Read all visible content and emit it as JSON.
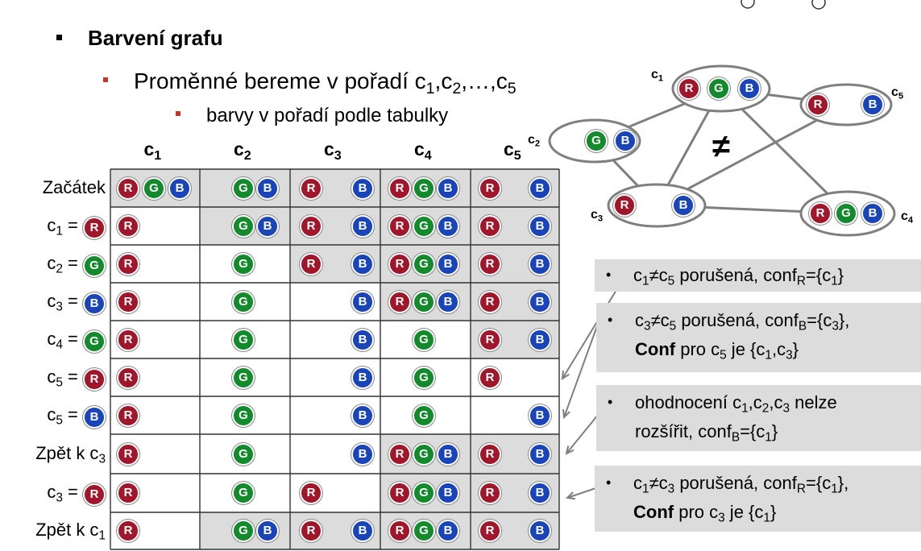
{
  "bullets": {
    "title": "Barvení grafu",
    "order_text": "Proměnné bereme v pořadí c",
    "order_seq": [
      "1",
      ",c",
      "2",
      ",…,c",
      "5"
    ],
    "sub_text": "barvy v pořadí podle tabulky"
  },
  "colors": {
    "R": "#a0162a",
    "G": "#138a2c",
    "B": "#1a45b8",
    "shade": "#dcdcdc"
  },
  "table": {
    "columns": [
      {
        "v": "c",
        "s": "1"
      },
      {
        "v": "c",
        "s": "2"
      },
      {
        "v": "c",
        "s": "3"
      },
      {
        "v": "c",
        "s": "4"
      },
      {
        "v": "c",
        "s": "5"
      }
    ],
    "rows": [
      {
        "label": "Začátek",
        "cells": [
          {
            "b": [
              "R",
              "G",
              "B"
            ],
            "shaded": true
          },
          {
            "b": [
              "G",
              "B"
            ],
            "shaded": true
          },
          {
            "b": [
              "R",
              "B"
            ],
            "shaded": true
          },
          {
            "b": [
              "R",
              "G",
              "B"
            ],
            "shaded": true
          },
          {
            "b": [
              "R",
              "B"
            ],
            "shaded": true
          }
        ]
      },
      {
        "label": "c",
        "sub": "1",
        "assign": "R",
        "cells": [
          {
            "b": [
              "R"
            ],
            "shaded": false
          },
          {
            "b": [
              "G",
              "B"
            ],
            "shaded": true
          },
          {
            "b": [
              "R",
              "B"
            ],
            "shaded": true
          },
          {
            "b": [
              "R",
              "G",
              "B"
            ],
            "shaded": true
          },
          {
            "b": [
              "R",
              "B"
            ],
            "shaded": true
          }
        ]
      },
      {
        "label": "c",
        "sub": "2",
        "assign": "G",
        "cells": [
          {
            "b": [
              "R"
            ],
            "shaded": false
          },
          {
            "b": [
              "G"
            ],
            "shaded": false
          },
          {
            "b": [
              "R",
              "B"
            ],
            "shaded": true
          },
          {
            "b": [
              "R",
              "G",
              "B"
            ],
            "shaded": true
          },
          {
            "b": [
              "R",
              "B"
            ],
            "shaded": true
          }
        ]
      },
      {
        "label": "c",
        "sub": "3",
        "assign": "B",
        "cells": [
          {
            "b": [
              "R"
            ],
            "shaded": false
          },
          {
            "b": [
              "G"
            ],
            "shaded": false
          },
          {
            "b": [
              "B"
            ],
            "shaded": false
          },
          {
            "b": [
              "R",
              "G",
              "B"
            ],
            "shaded": true
          },
          {
            "b": [
              "R",
              "B"
            ],
            "shaded": true
          }
        ]
      },
      {
        "label": "c",
        "sub": "4",
        "assign": "G",
        "cells": [
          {
            "b": [
              "R"
            ],
            "shaded": false
          },
          {
            "b": [
              "G"
            ],
            "shaded": false
          },
          {
            "b": [
              "B"
            ],
            "shaded": false
          },
          {
            "b": [
              "G"
            ],
            "shaded": false
          },
          {
            "b": [
              "R",
              "B"
            ],
            "shaded": true
          }
        ]
      },
      {
        "label": "c",
        "sub": "5",
        "assign": "R",
        "cells": [
          {
            "b": [
              "R"
            ],
            "shaded": false
          },
          {
            "b": [
              "G"
            ],
            "shaded": false
          },
          {
            "b": [
              "B"
            ],
            "shaded": false
          },
          {
            "b": [
              "G"
            ],
            "shaded": false
          },
          {
            "b": [
              "R"
            ],
            "shaded": false
          }
        ]
      },
      {
        "label": "c",
        "sub": "5",
        "assign": "B",
        "cells": [
          {
            "b": [
              "R"
            ],
            "shaded": false
          },
          {
            "b": [
              "G"
            ],
            "shaded": false
          },
          {
            "b": [
              "B"
            ],
            "shaded": false
          },
          {
            "b": [
              "G"
            ],
            "shaded": false
          },
          {
            "b": [
              "B"
            ],
            "shaded": false
          }
        ]
      },
      {
        "label": "Zpět k c",
        "sub": "3",
        "cells": [
          {
            "b": [
              "R"
            ],
            "shaded": false
          },
          {
            "b": [
              "G"
            ],
            "shaded": false
          },
          {
            "b": [
              "B"
            ],
            "shaded": false
          },
          {
            "b": [
              "R",
              "G",
              "B"
            ],
            "shaded": true
          },
          {
            "b": [
              "R",
              "B"
            ],
            "shaded": true
          }
        ]
      },
      {
        "label": "c",
        "sub": "3",
        "assign": "R",
        "cells": [
          {
            "b": [
              "R"
            ],
            "shaded": false
          },
          {
            "b": [
              "G"
            ],
            "shaded": false
          },
          {
            "b": [
              "R"
            ],
            "shaded": false
          },
          {
            "b": [
              "R",
              "G",
              "B"
            ],
            "shaded": true
          },
          {
            "b": [
              "R",
              "B"
            ],
            "shaded": true
          }
        ]
      },
      {
        "label": "Zpět k c",
        "sub": "1",
        "cells": [
          {
            "b": [
              "R"
            ],
            "shaded": false
          },
          {
            "b": [
              "G",
              "B"
            ],
            "shaded": true
          },
          {
            "b": [
              "R",
              "B"
            ],
            "shaded": true
          },
          {
            "b": [
              "R",
              "G",
              "B"
            ],
            "shaded": true
          },
          {
            "b": [
              "R",
              "B"
            ],
            "shaded": true
          }
        ]
      }
    ]
  },
  "graph": {
    "nodes": [
      {
        "id": "c1",
        "label": "c",
        "sub": "1",
        "domain": [
          "R",
          "G",
          "B"
        ]
      },
      {
        "id": "c5",
        "label": "c",
        "sub": "5",
        "domain": [
          "R",
          "B"
        ]
      },
      {
        "id": "c2",
        "label": "c",
        "sub": "2",
        "domain": [
          "G",
          "B"
        ]
      },
      {
        "id": "c3",
        "label": "c",
        "sub": "3",
        "domain": [
          "R",
          "B"
        ]
      },
      {
        "id": "c4",
        "label": "c",
        "sub": "4",
        "domain": [
          "R",
          "G",
          "B"
        ]
      }
    ],
    "edges": [
      [
        "c1",
        "c5"
      ],
      [
        "c1",
        "c2"
      ],
      [
        "c1",
        "c3"
      ],
      [
        "c1",
        "c4"
      ],
      [
        "c2",
        "c3"
      ],
      [
        "c3",
        "c4"
      ],
      [
        "c3",
        "c5"
      ]
    ],
    "neq": "≠"
  },
  "notes": [
    {
      "lines": [
        [
          [
            "c"
          ],
          [
            "1",
            "sub"
          ],
          [
            "≠c"
          ],
          [
            "5",
            "sub"
          ],
          [
            " porušená, conf"
          ],
          [
            "R",
            "sub"
          ],
          [
            "={c"
          ],
          [
            "1",
            "sub"
          ],
          [
            "}"
          ]
        ]
      ]
    },
    {
      "lines": [
        [
          [
            "c"
          ],
          [
            "3",
            "sub"
          ],
          [
            "≠c"
          ],
          [
            "5",
            "sub"
          ],
          [
            " porušená, conf"
          ],
          [
            "B",
            "sub"
          ],
          [
            "={c"
          ],
          [
            "3",
            "sub"
          ],
          [
            "},"
          ]
        ],
        [
          [
            "Conf",
            "bold"
          ],
          [
            " pro c"
          ],
          [
            "5",
            "sub"
          ],
          [
            "  je {c"
          ],
          [
            "1",
            "sub"
          ],
          [
            ",c"
          ],
          [
            "3",
            "sub"
          ],
          [
            "}"
          ]
        ]
      ]
    },
    {
      "lines": [
        [
          [
            "ohodnocení c"
          ],
          [
            "1",
            "sub"
          ],
          [
            ",c"
          ],
          [
            "2",
            "sub"
          ],
          [
            ",c"
          ],
          [
            "3",
            "sub"
          ],
          [
            " nelze"
          ]
        ],
        [
          [
            "rozšířit, conf"
          ],
          [
            "B",
            "sub"
          ],
          [
            "={c"
          ],
          [
            "1",
            "sub"
          ],
          [
            "}"
          ]
        ]
      ]
    },
    {
      "lines": [
        [
          [
            "c"
          ],
          [
            "1",
            "sub"
          ],
          [
            "≠c"
          ],
          [
            "3",
            "sub"
          ],
          [
            " porušená, conf"
          ],
          [
            "R",
            "sub"
          ],
          [
            "={c"
          ],
          [
            "1",
            "sub"
          ],
          [
            "},"
          ]
        ],
        [
          [
            "Conf",
            "bold"
          ],
          [
            " pro c"
          ],
          [
            "3",
            "sub"
          ],
          [
            " je {c"
          ],
          [
            "1",
            "sub"
          ],
          [
            "}"
          ]
        ]
      ]
    }
  ]
}
